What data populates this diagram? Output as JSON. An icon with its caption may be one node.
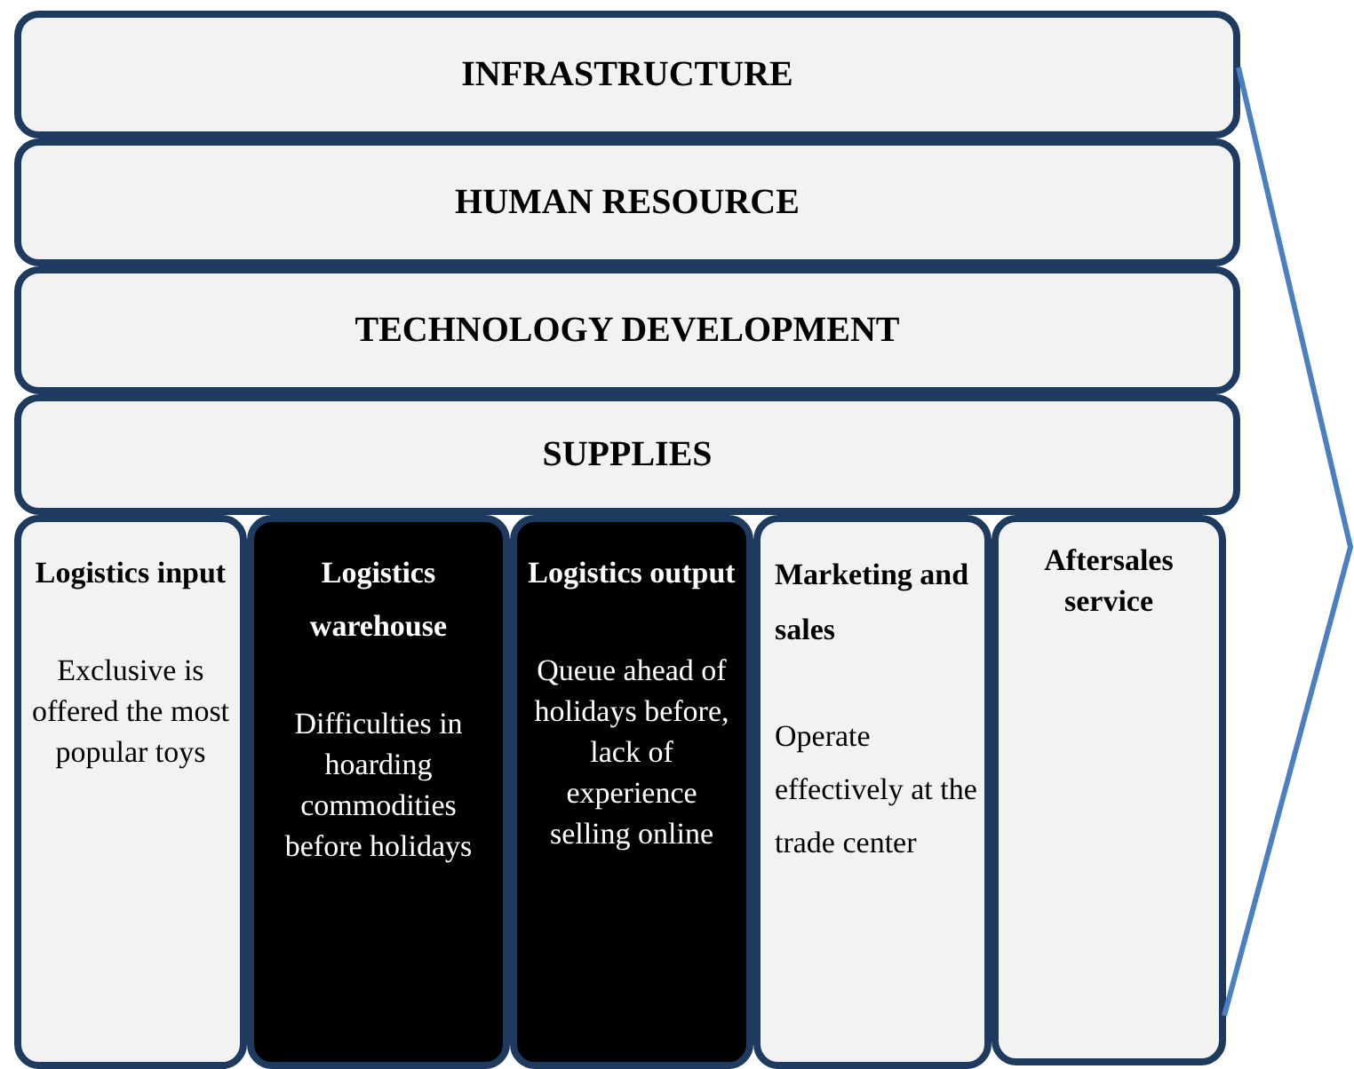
{
  "diagram": {
    "nodes": [
      {
        "text": [
          "INFRASTRUCTURE"
        ]
      },
      {
        "text": [
          "HUMAN RESOURCE"
        ]
      },
      {
        "text": [
          "TECHNOLOGY DEVELOPMENT"
        ]
      },
      {
        "text": [
          "SUPPLIES"
        ]
      },
      {
        "text": [
          "Logistics input",
          "Exclusive is offered the most popular toys"
        ]
      },
      {
        "text": [
          "Logistics warehouse",
          "Difficulties in hoarding commodities before holidays"
        ]
      },
      {
        "text": [
          "Logistics output",
          "Queue ahead of holidays before, lack of experience selling online"
        ]
      },
      {
        "text": [
          "Marketing and sales",
          "Operate effectively at the trade center"
        ]
      },
      {
        "text": [
          "Aftersales service"
        ]
      }
    ]
  }
}
